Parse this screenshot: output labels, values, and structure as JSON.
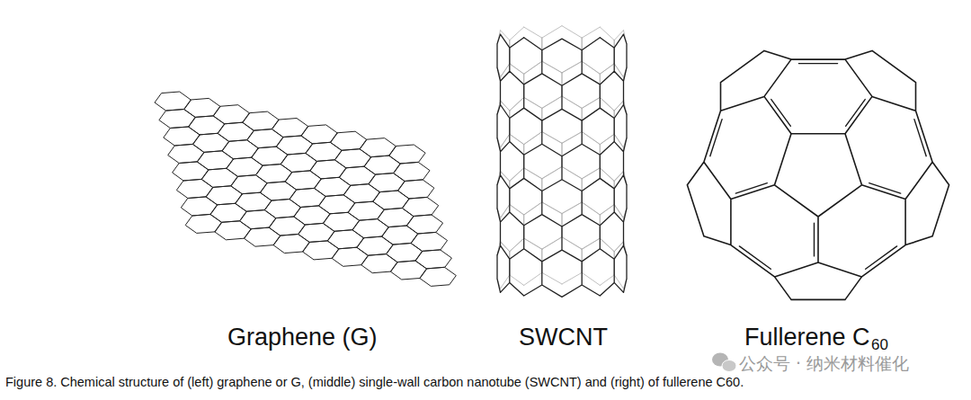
{
  "diagram": {
    "caption": "Figure 8. Chemical structure of (left) graphene or G, (middle) single-wall carbon nanotube (SWCNT) and (right) of fullerene C60.",
    "labels": [
      "Graphene (G)",
      "SWCNT",
      "Fullerene C",
      "60",
      "公众号 · 纳米材料催化"
    ]
  }
}
